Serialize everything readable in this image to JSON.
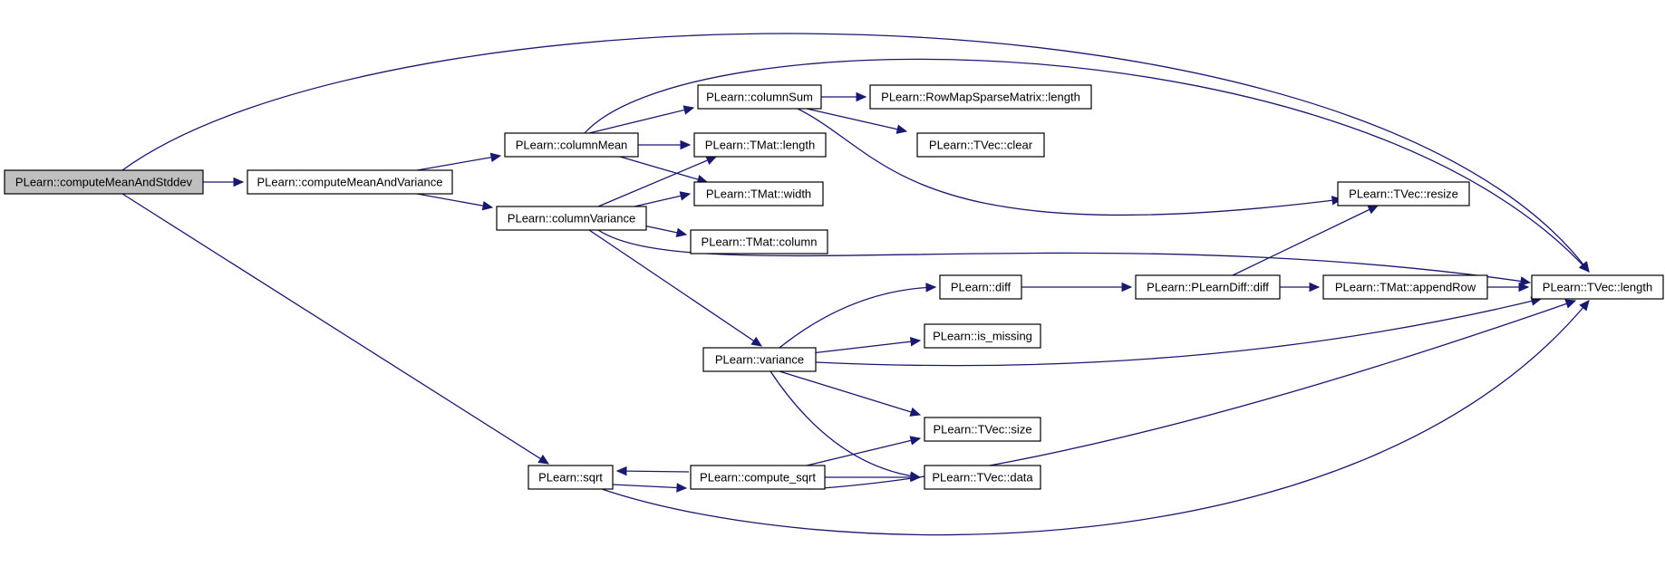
{
  "graph": {
    "edge_color": "#191970",
    "root_fill": "#bfbfbf",
    "nodes": [
      {
        "id": "computeMeanAndStddev",
        "label": "PLearn::computeMeanAndStddev",
        "root": true
      },
      {
        "id": "computeMeanAndVariance",
        "label": "PLearn::computeMeanAndVariance"
      },
      {
        "id": "columnMean",
        "label": "PLearn::columnMean"
      },
      {
        "id": "columnVariance",
        "label": "PLearn::columnVariance"
      },
      {
        "id": "columnSum",
        "label": "PLearn::columnSum"
      },
      {
        "id": "TMat_length",
        "label": "PLearn::TMat::length"
      },
      {
        "id": "TMat_width",
        "label": "PLearn::TMat::width"
      },
      {
        "id": "TMat_column",
        "label": "PLearn::TMat::column"
      },
      {
        "id": "RowMapSparseMatrix_length",
        "label": "PLearn::RowMapSparseMatrix::length"
      },
      {
        "id": "TVec_clear",
        "label": "PLearn::TVec::clear"
      },
      {
        "id": "TVec_resize",
        "label": "PLearn::TVec::resize"
      },
      {
        "id": "TVec_length",
        "label": "PLearn::TVec::length"
      },
      {
        "id": "diff",
        "label": "PLearn::diff"
      },
      {
        "id": "PLearnDiff_diff",
        "label": "PLearn::PLearnDiff::diff"
      },
      {
        "id": "TMat_appendRow",
        "label": "PLearn::TMat::appendRow"
      },
      {
        "id": "variance",
        "label": "PLearn::variance"
      },
      {
        "id": "is_missing",
        "label": "PLearn::is_missing"
      },
      {
        "id": "TVec_size",
        "label": "PLearn::TVec::size"
      },
      {
        "id": "TVec_data",
        "label": "PLearn::TVec::data"
      },
      {
        "id": "sqrt",
        "label": "PLearn::sqrt"
      },
      {
        "id": "compute_sqrt",
        "label": "PLearn::compute_sqrt"
      }
    ],
    "edges": [
      {
        "from": "computeMeanAndStddev",
        "to": "TVec_length"
      },
      {
        "from": "computeMeanAndStddev",
        "to": "computeMeanAndVariance"
      },
      {
        "from": "computeMeanAndStddev",
        "to": "sqrt"
      },
      {
        "from": "computeMeanAndVariance",
        "to": "columnMean"
      },
      {
        "from": "computeMeanAndVariance",
        "to": "columnVariance"
      },
      {
        "from": "columnMean",
        "to": "TVec_length"
      },
      {
        "from": "columnMean",
        "to": "columnSum"
      },
      {
        "from": "columnMean",
        "to": "TMat_length"
      },
      {
        "from": "columnMean",
        "to": "TMat_width"
      },
      {
        "from": "columnSum",
        "to": "RowMapSparseMatrix_length"
      },
      {
        "from": "columnSum",
        "to": "TVec_clear"
      },
      {
        "from": "columnSum",
        "to": "TVec_resize"
      },
      {
        "from": "columnVariance",
        "to": "TMat_length"
      },
      {
        "from": "columnVariance",
        "to": "TMat_width"
      },
      {
        "from": "columnVariance",
        "to": "TMat_column"
      },
      {
        "from": "columnVariance",
        "to": "TVec_length"
      },
      {
        "from": "columnVariance",
        "to": "variance"
      },
      {
        "from": "variance",
        "to": "diff"
      },
      {
        "from": "variance",
        "to": "is_missing"
      },
      {
        "from": "variance",
        "to": "TVec_length"
      },
      {
        "from": "variance",
        "to": "TVec_size"
      },
      {
        "from": "variance",
        "to": "TVec_data"
      },
      {
        "from": "diff",
        "to": "PLearnDiff_diff"
      },
      {
        "from": "PLearnDiff_diff",
        "to": "TVec_resize"
      },
      {
        "from": "PLearnDiff_diff",
        "to": "TMat_appendRow"
      },
      {
        "from": "TMat_appendRow",
        "to": "TVec_length"
      },
      {
        "from": "sqrt",
        "to": "compute_sqrt"
      },
      {
        "from": "sqrt",
        "to": "TVec_length"
      },
      {
        "from": "compute_sqrt",
        "to": "sqrt"
      },
      {
        "from": "compute_sqrt",
        "to": "TVec_size"
      },
      {
        "from": "compute_sqrt",
        "to": "TVec_data"
      },
      {
        "from": "compute_sqrt",
        "to": "TVec_length"
      }
    ]
  }
}
